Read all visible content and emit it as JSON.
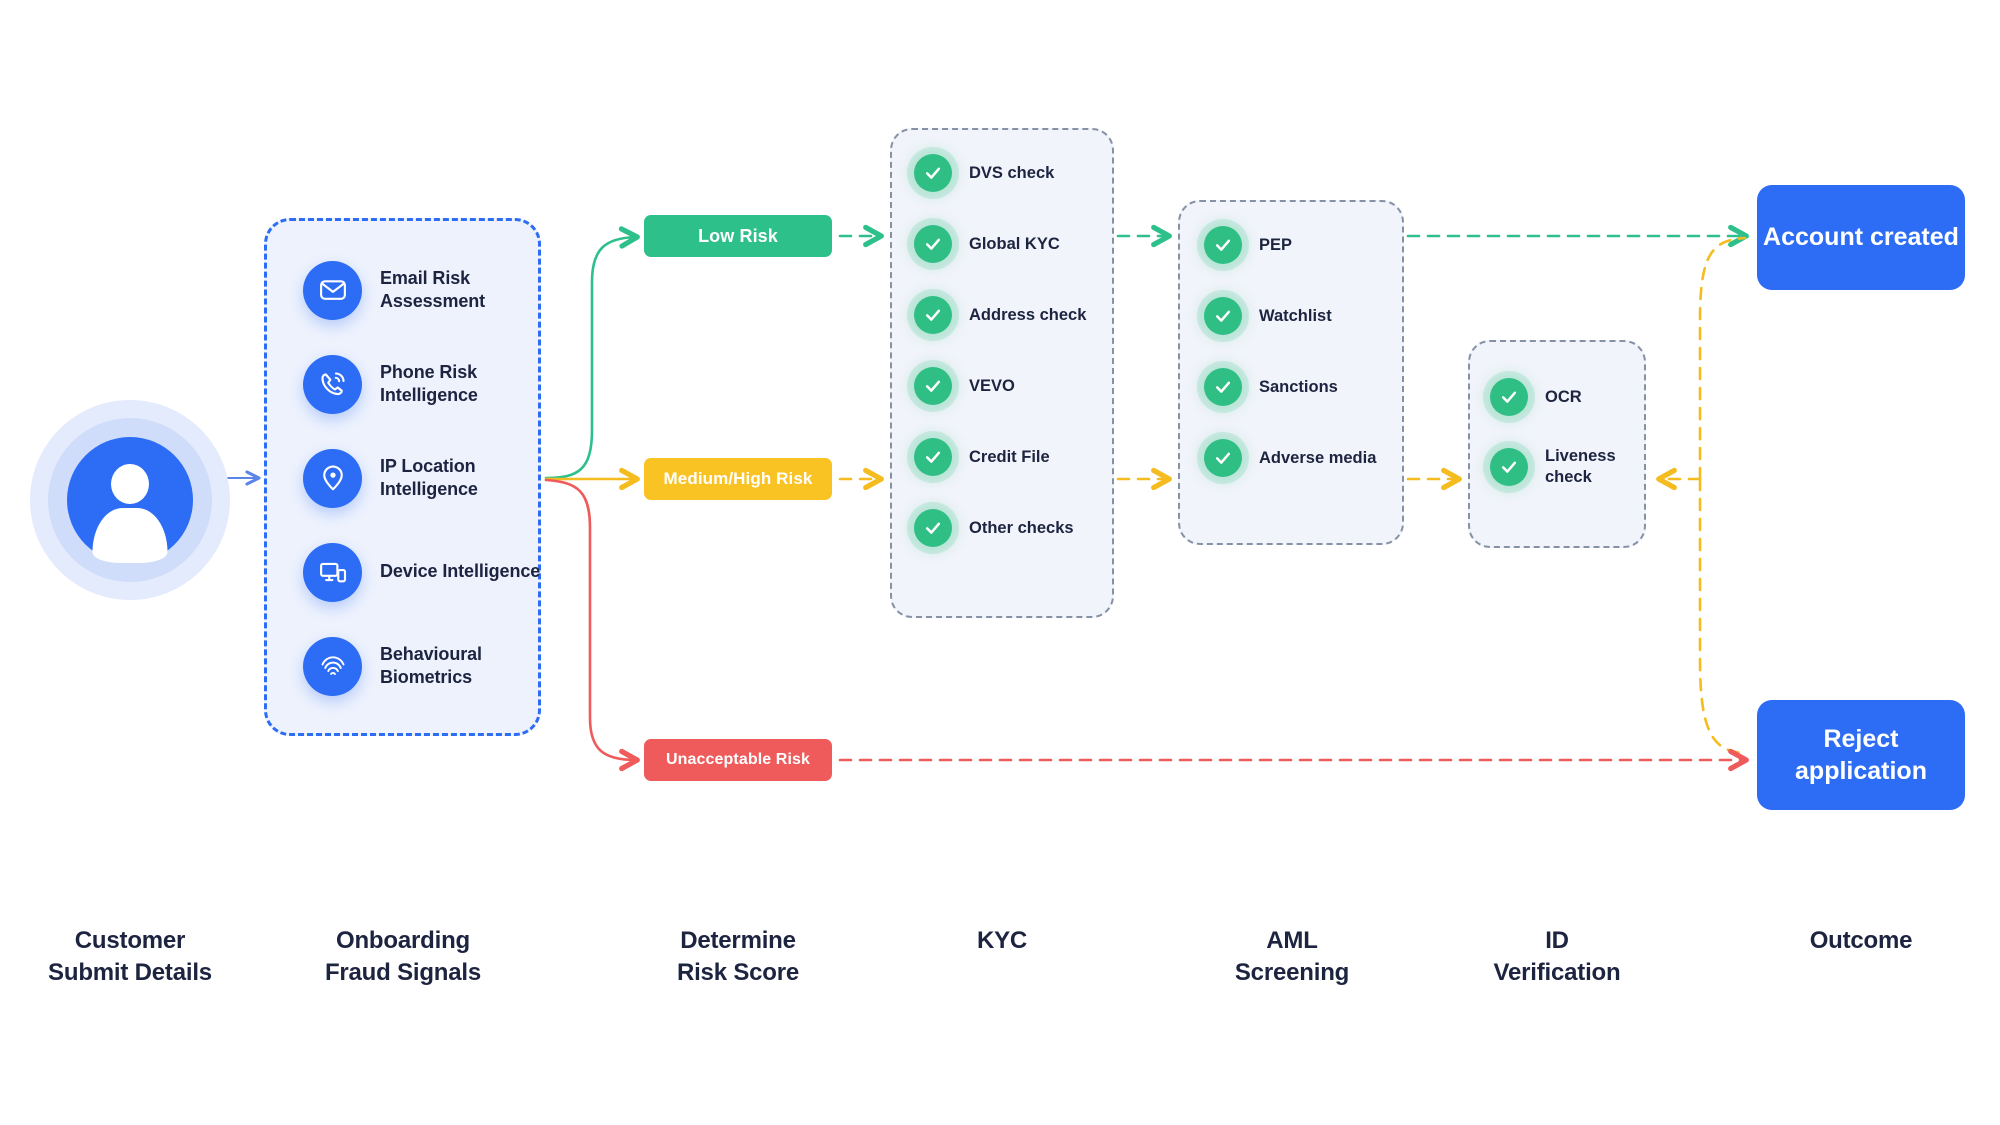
{
  "colors": {
    "brand_blue": "#2D6DF6",
    "green": "#2EC08B",
    "yellow": "#F9C323",
    "red": "#EF5B5B",
    "check_green": "#2FBF84",
    "panel_fill": "#F1F4FA",
    "panel_border": "#8791A5",
    "onboarding_fill": "#EDF2FD",
    "text_dark": "#1D2440"
  },
  "customer": {
    "icon": "user-avatar-icon"
  },
  "onboarding": {
    "items": [
      {
        "label": "Email Risk Assessment",
        "icon": "envelope-icon"
      },
      {
        "label": "Phone Risk Intelligence",
        "icon": "phone-icon"
      },
      {
        "label": "IP Location Intelligence",
        "icon": "map-pin-icon"
      },
      {
        "label": "Device Intelligence",
        "icon": "devices-icon"
      },
      {
        "label": "Behavioural Biometrics",
        "icon": "fingerprint-icon"
      }
    ]
  },
  "risk_badges": {
    "low": "Low Risk",
    "medium_high": "Medium/High Risk",
    "unacceptable": "Unacceptable Risk"
  },
  "kyc": {
    "checks": [
      "DVS check",
      "Global KYC",
      "Address check",
      "VEVO",
      "Credit File",
      "Other checks"
    ]
  },
  "aml": {
    "checks": [
      "PEP",
      "Watchlist",
      "Sanctions",
      "Adverse media"
    ]
  },
  "id_verification": {
    "checks": [
      "OCR",
      "Liveness check"
    ]
  },
  "outcomes": {
    "account_created": "Account created",
    "reject_application": "Reject application"
  },
  "stage_labels": [
    "Customer\nSubmit Details",
    "Onboarding\nFraud Signals",
    "Determine\nRisk Score",
    "KYC",
    "AML\nScreening",
    "ID\nVerification",
    "Outcome"
  ]
}
